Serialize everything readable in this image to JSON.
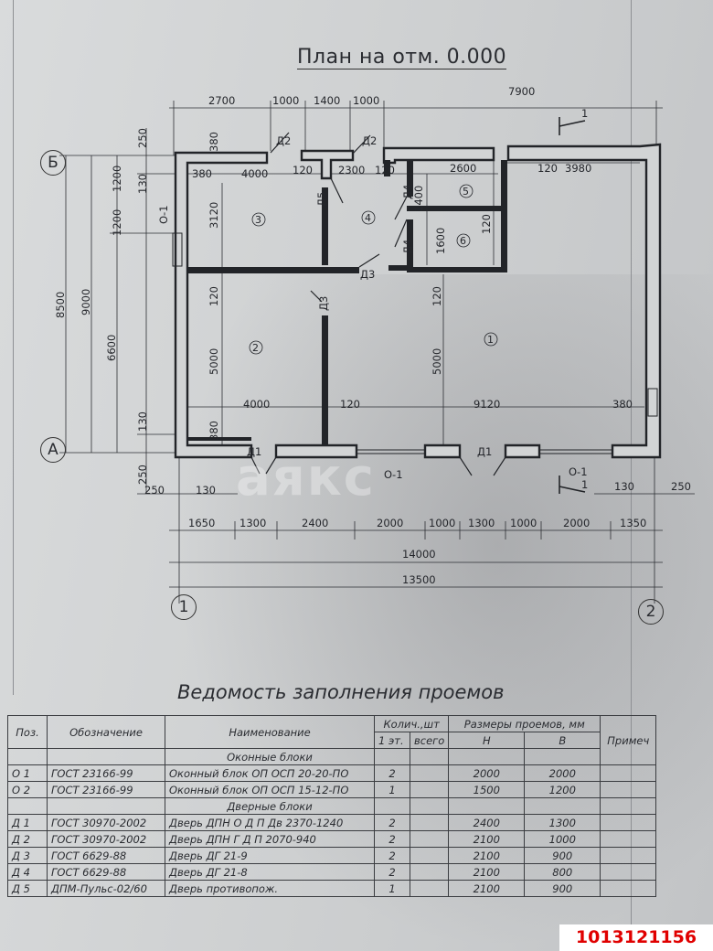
{
  "title": "План на отм. 0.000",
  "top_dims": {
    "d1": "2700",
    "d2": "1000",
    "d3": "1400",
    "d4": "1000",
    "d5": "7900"
  },
  "left_dims": {
    "t250": "250",
    "t380": "380",
    "t1200a": "1200",
    "t130": "130",
    "t1200b": "1200",
    "t8500": "8500",
    "t9000": "9000",
    "t6600": "6600",
    "t130b": "130",
    "t250b": "250"
  },
  "interior_dims": {
    "i380a": "380",
    "i4000a": "4000",
    "i120a": "120",
    "i2300": "2300",
    "i120b": "120",
    "i2600": "2600",
    "i120c": "120",
    "i3980": "3980",
    "i3120": "3120",
    "i1400": "1400",
    "i1600": "1600",
    "i120d": "120",
    "i120e": "120",
    "i120f": "120",
    "i5000a": "5000",
    "i5000b": "5000",
    "i4000b": "4000",
    "i120g": "120",
    "i9120": "9120",
    "i380b": "380",
    "i380c": "380"
  },
  "rooms": {
    "r1": "1",
    "r2": "2",
    "r3": "3",
    "r4": "4",
    "r5": "5",
    "r6": "6"
  },
  "doors": {
    "D2a": "Д2",
    "D2b": "Д2",
    "D5": "Д5",
    "D4a": "Д4",
    "D4b": "Д4",
    "D3a": "Д3",
    "D3b": "Д3",
    "D1a": "Д1",
    "D1b": "Д1"
  },
  "windows": {
    "O1a": "О-1",
    "O1b": "О-1"
  },
  "section": {
    "top": "1",
    "bottom_label": "О-1",
    "bottom": "1"
  },
  "bottom_dims": {
    "b250a": "250",
    "b130a": "130",
    "b130b": "130",
    "b250b": "250",
    "s1650": "1650",
    "s1300a": "1300",
    "s2400": "2400",
    "s2000a": "2000",
    "s1000a": "1000",
    "s1300b": "1300",
    "s1000b": "1000",
    "s2000b": "2000",
    "s1350": "1350",
    "total14000": "14000",
    "total13500": "13500"
  },
  "axes": {
    "A": "А",
    "B": "Б",
    "one": "1",
    "two": "2"
  },
  "schedule": {
    "title": "Ведомость заполнения проемов",
    "headers": {
      "pos": "Поз.",
      "designation": "Обозначение",
      "name": "Наименование",
      "qty": "Колич.,шт",
      "qty_floor": "1 эт.",
      "qty_total": "всего",
      "sizes": "Размеры проемов, мм",
      "h": "Н",
      "w": "В",
      "note": "Примеч"
    },
    "group_windows": "Оконные блоки",
    "group_doors": "Дверные блоки",
    "rows": [
      {
        "pos": "О 1",
        "designation": "ГОСТ 23166-99",
        "name": "Оконный блок ОП ОСП 20-20-ПО",
        "qty": "2",
        "h": "2000",
        "w": "2000"
      },
      {
        "pos": "О 2",
        "designation": "ГОСТ 23166-99",
        "name": "Оконный блок ОП ОСП 15-12-ПО",
        "qty": "1",
        "h": "1500",
        "w": "1200"
      },
      {
        "pos": "Д 1",
        "designation": "ГОСТ 30970-2002",
        "name": "Дверь ДПН О Д П Дв 2370-1240",
        "qty": "2",
        "h": "2400",
        "w": "1300"
      },
      {
        "pos": "Д 2",
        "designation": "ГОСТ 30970-2002",
        "name": "Дверь ДПН Г Д П  2070-940",
        "qty": "2",
        "h": "2100",
        "w": "1000"
      },
      {
        "pos": "Д 3",
        "designation": "ГОСТ 6629-88",
        "name": "Дверь ДГ 21-9",
        "qty": "2",
        "h": "2100",
        "w": "900"
      },
      {
        "pos": "Д 4",
        "designation": "ГОСТ 6629-88",
        "name": "Дверь ДГ 21-8",
        "qty": "2",
        "h": "2100",
        "w": "800"
      },
      {
        "pos": "Д 5",
        "designation": "ДПМ-Пульс-02/60",
        "name": "Дверь противопож.",
        "qty": "1",
        "h": "2100",
        "w": "900"
      }
    ]
  },
  "listing_id": "1013121156",
  "watermark": "аякс"
}
